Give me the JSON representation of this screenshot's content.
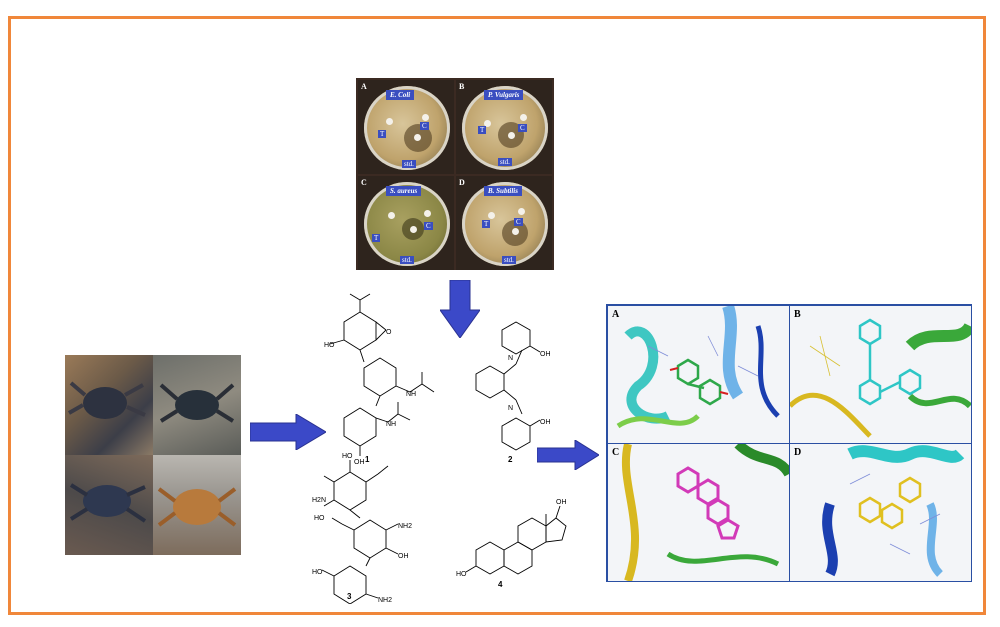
{
  "petri_panels": [
    {
      "letter": "A",
      "organism": "E. Coli",
      "tags": [
        "T",
        "C",
        "std."
      ]
    },
    {
      "letter": "B",
      "organism": "P. Vulgaris",
      "tags": [
        "T",
        "C",
        "std."
      ]
    },
    {
      "letter": "C",
      "organism": "S. aureus",
      "tags": [
        "T",
        "C",
        "std."
      ]
    },
    {
      "letter": "D",
      "organism": "B. Subtilis",
      "tags": [
        "T",
        "C",
        "std."
      ]
    }
  ],
  "compounds": {
    "c1": "1",
    "c2": "2",
    "c3": "3",
    "c4": "4"
  },
  "atoms": {
    "HO": "HO",
    "OH": "OH",
    "O": "O",
    "N": "N",
    "NH": "NH",
    "NH2": "NH2",
    "H2N": "H2N"
  },
  "docking_panels": [
    "A",
    "B",
    "C",
    "D"
  ],
  "colors": {
    "frame": "#f0873a",
    "arrow": "#3b49c8",
    "tag_bg": "#3a4ec0",
    "dock_border": "#2a4fa3"
  }
}
